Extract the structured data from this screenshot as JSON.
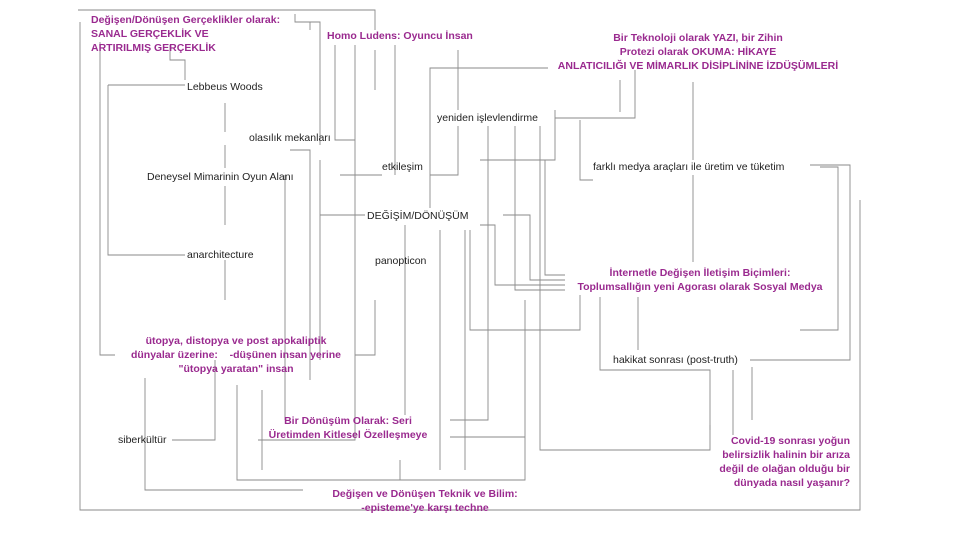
{
  "colors": {
    "highlight": "#9a2a8f",
    "text": "#222222",
    "line": "#8a8a8a"
  },
  "nodes": {
    "sanal": "Değişen/Dönüşen Gerçeklikler olarak:\nSANAL GERÇEKLİK VE\nARTIRILMIŞ GERÇEKLİK",
    "homo_ludens": "Homo Ludens: Oyuncu İnsan",
    "yazi": "Bir Teknoloji olarak YAZI, bir Zihin\nProtezi olarak OKUMA: HİKAYE\nANLATICILIĞI VE MİMARLIK DİSİPLİNİNE İZDÜŞÜMLERİ",
    "lebbeus": "Lebbeus Woods",
    "yeniden": "yeniden işlevlendirme",
    "olasilik": "olasılık mekanları",
    "deneysel": "Deneysel Mimarinin Oyun Alanı",
    "etkilesim": "etkileşim",
    "farkli_medya": "farklı medya araçları ile üretim ve tüketim",
    "degisim": "DEĞİŞİM/DÖNÜŞÜM",
    "anarchitecture": "anarchitecture",
    "panopticon": "panopticon",
    "internet": "İnternetle Değişen İletişim Biçimleri:\nToplumsallığın yeni Agorası olarak Sosyal Medya",
    "utopya": "ütopya, distopya ve post apokaliptik\ndünyalar üzerine:    -düşünen insan yerine\n\"ütopya yaratan\" insan",
    "hakikat": "hakikat sonrası (post-truth)",
    "seri": "Bir Dönüşüm Olarak: Seri\nÜretimden Kitlesel Özelleşmeye",
    "siberkultur": "siberkültür",
    "covid": "Covid-19 sonrası yoğun\nbelirsizlik halinin bir arıza\ndeğil de olağan olduğu bir\ndünyada nasıl yaşanır?",
    "teknik": "Değişen ve Dönüşen Teknik ve Bilim:\n-episteme'ye karşı techne"
  }
}
